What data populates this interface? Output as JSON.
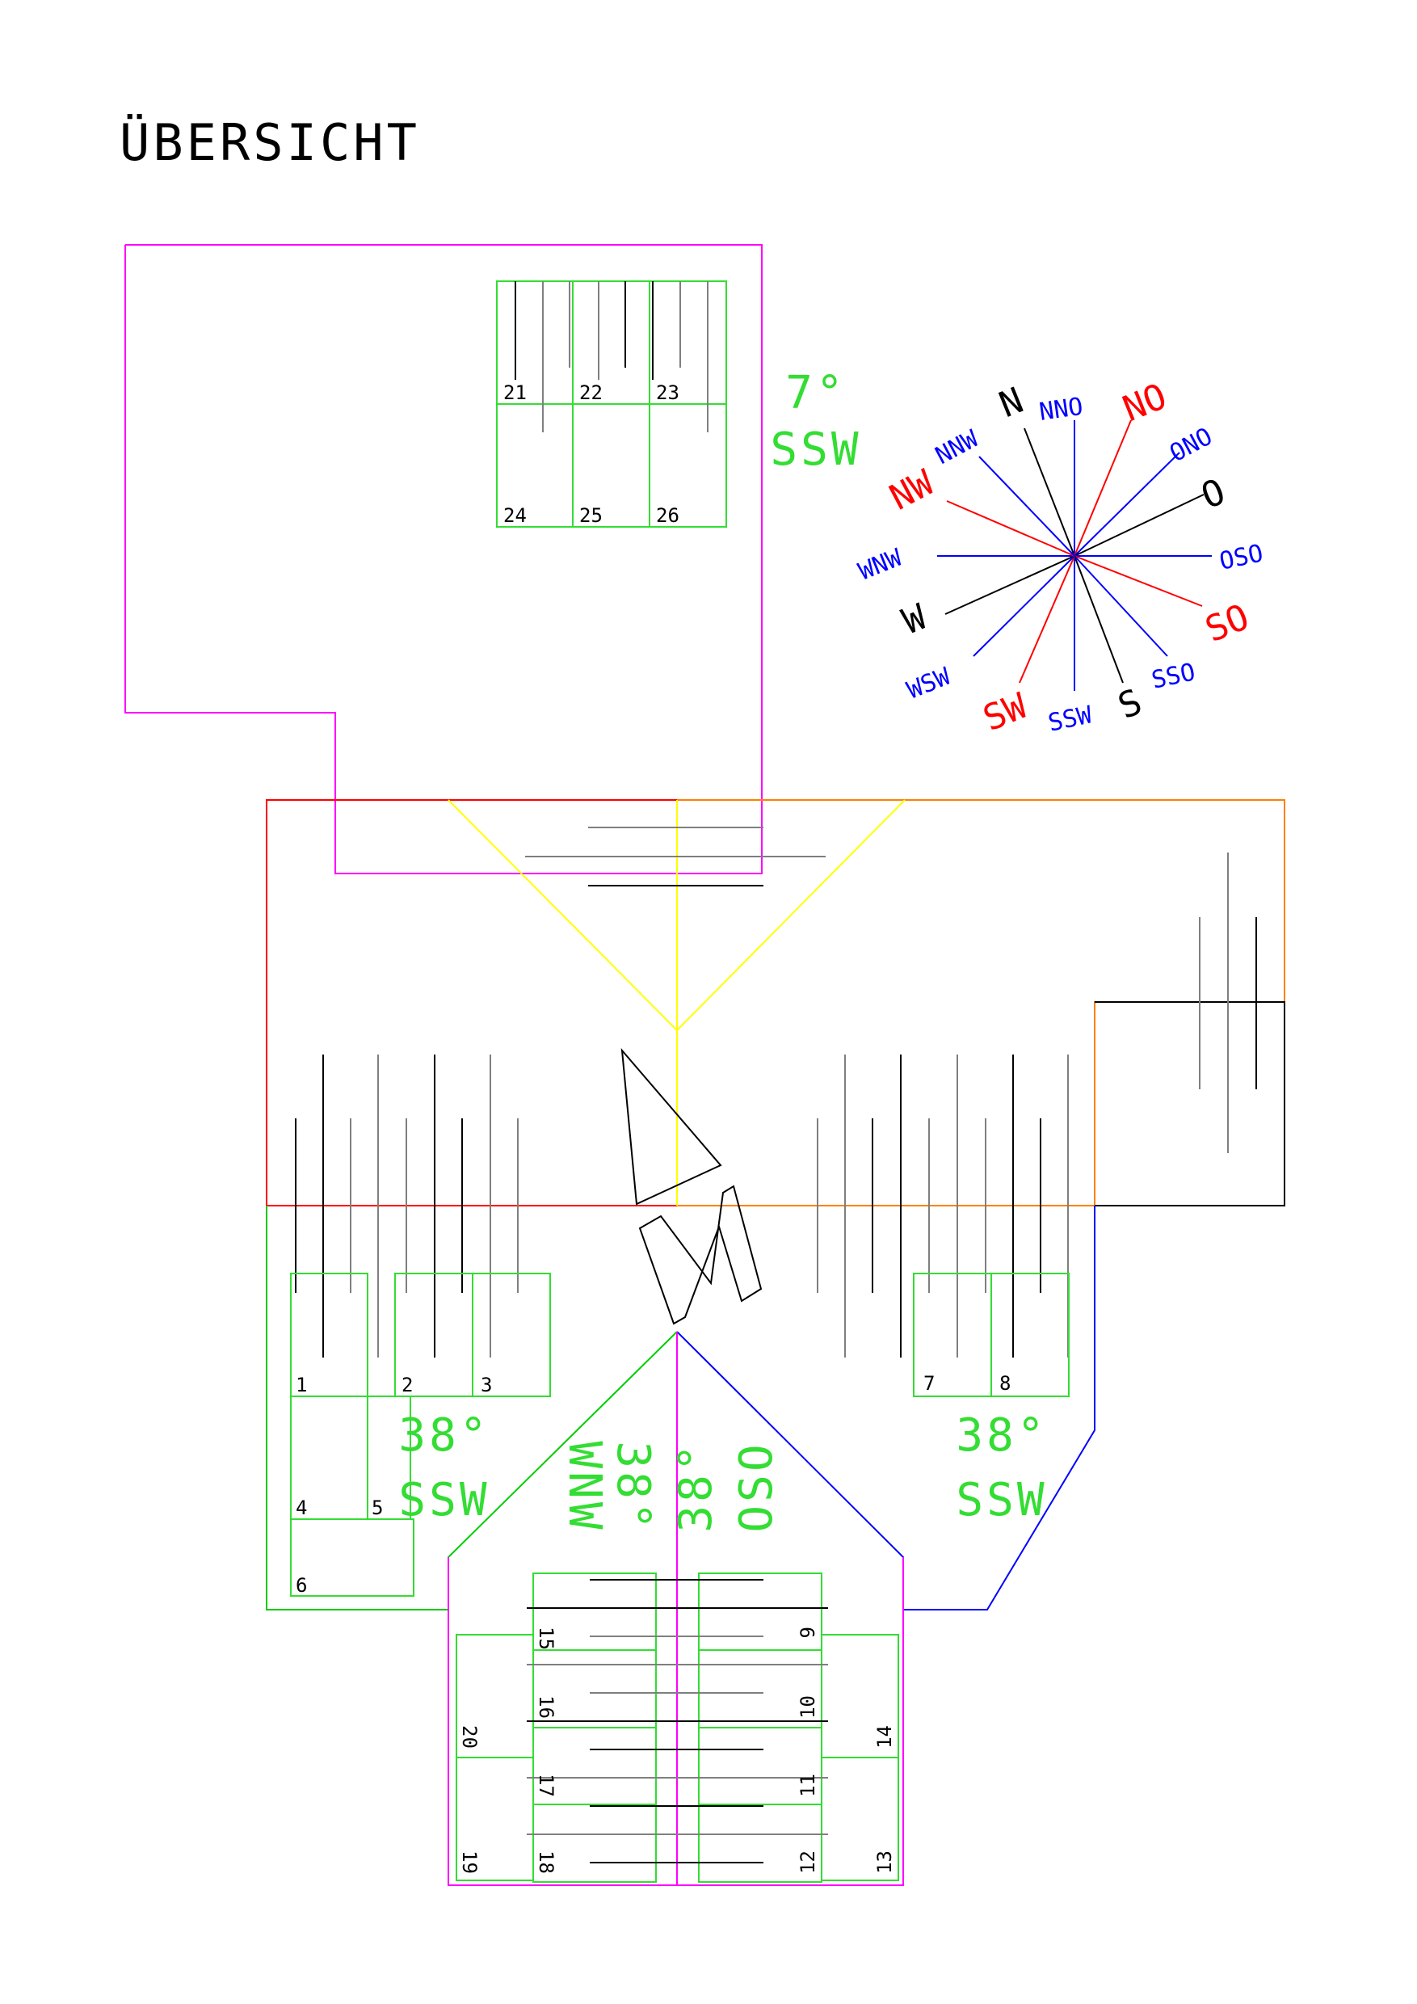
{
  "title": "ÜBERSICHT",
  "colors": {
    "magenta": "#ff00ff",
    "red": "#ff0000",
    "yellow": "#ffff00",
    "orange": "#ff8000",
    "green": "#00cc00",
    "panel": "#33dd33",
    "blue": "#0000ff",
    "black": "#000000",
    "gray": "#7f7f7f",
    "compass_blue": "#0000ff",
    "compass_red": "#ff0000",
    "compass_black": "#000000"
  },
  "slopes": {
    "top": {
      "angle": "7°",
      "dir": "SSW"
    },
    "left": {
      "angle": "38°",
      "dir": "SSW"
    },
    "right": {
      "angle": "38°",
      "dir": "SSW"
    },
    "mid_left": {
      "angle": "38°",
      "dir": "WNW"
    },
    "mid_right": {
      "angle": "38°",
      "dir": "OSO"
    }
  },
  "panels": {
    "p1": "1",
    "p2": "2",
    "p3": "3",
    "p4": "4",
    "p5": "5",
    "p6": "6",
    "p7": "7",
    "p8": "8",
    "p9": "9",
    "p10": "10",
    "p11": "11",
    "p12": "12",
    "p13": "13",
    "p14": "14",
    "p15": "15",
    "p16": "16",
    "p17": "17",
    "p18": "18",
    "p19": "19",
    "p20": "20",
    "p21": "21",
    "p22": "22",
    "p23": "23",
    "p24": "24",
    "p25": "25",
    "p26": "26"
  },
  "compass": {
    "N": "N",
    "NNO": "NNO",
    "NO": "NO",
    "ONO": "ONO",
    "O": "O",
    "OSO": "OSO",
    "SO": "SO",
    "SSO": "SSO",
    "S": "S",
    "SSW": "SSW",
    "SW": "SW",
    "WSW": "WSW",
    "W": "W",
    "WNW": "WNW",
    "NW": "NW",
    "NNW": "NNW"
  }
}
